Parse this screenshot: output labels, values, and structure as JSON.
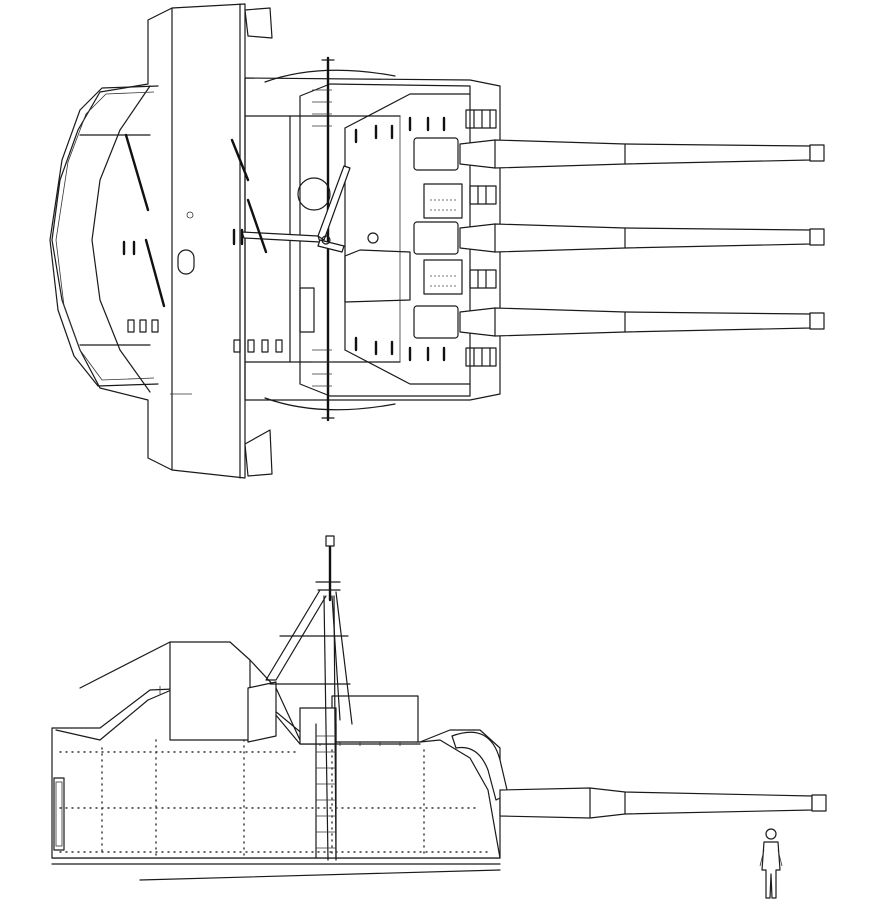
{
  "drawing": {
    "views": [
      "plan-view",
      "side-elevation"
    ],
    "barrels_count": 3,
    "line_color": "#1a1a1a",
    "background_color": "#ffffff",
    "scale_figure": "human-figure"
  }
}
